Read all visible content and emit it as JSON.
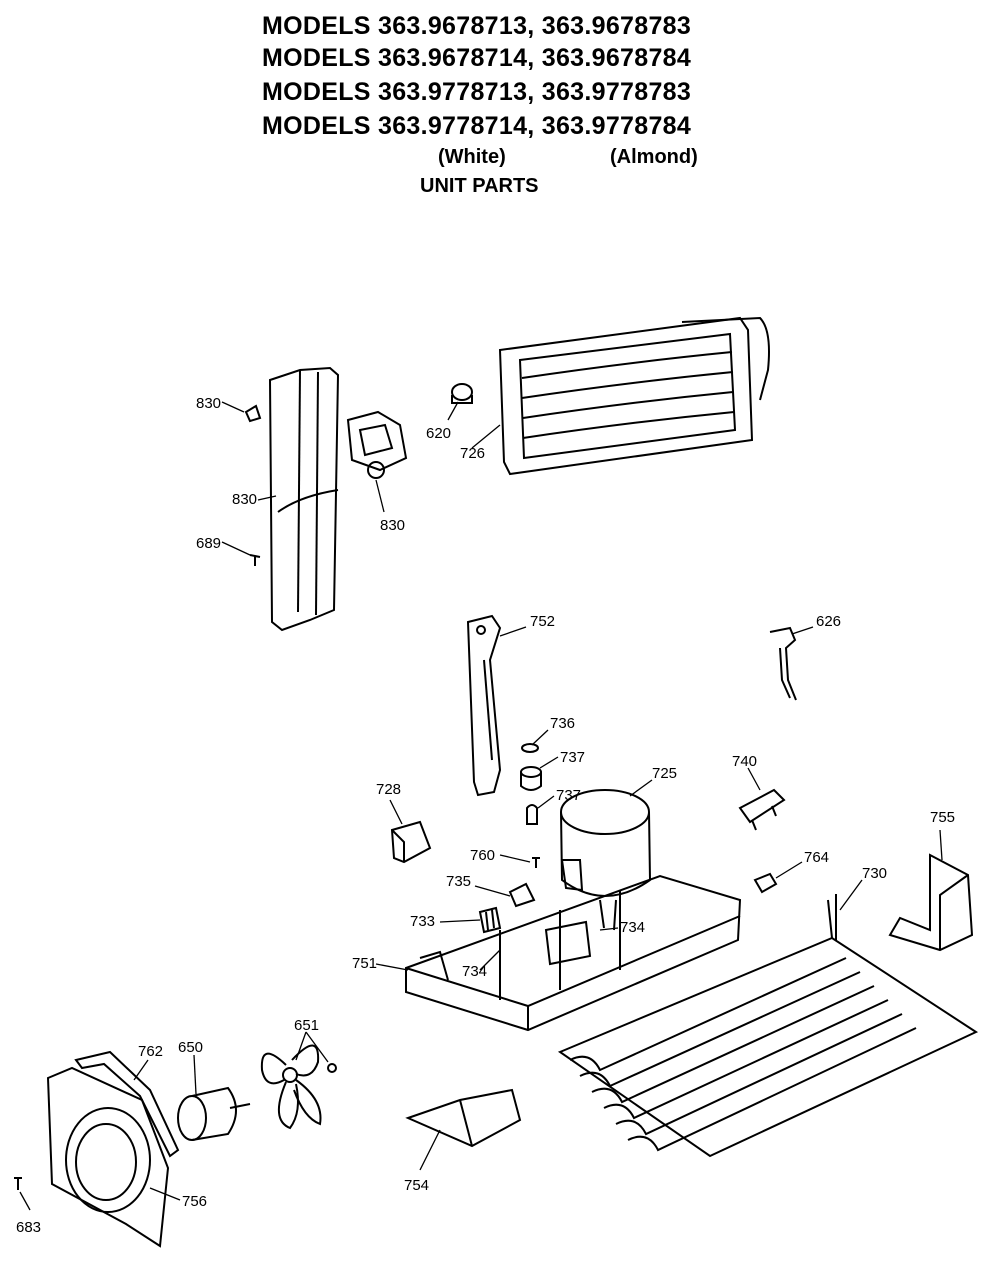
{
  "header": {
    "model_lines": [
      "MODELS 363.9678713, 363.9678783",
      "MODELS 363.9678714, 363.9678784",
      "MODELS 363.9778713, 363.9778783",
      "MODELS 363.9778714, 363.9778784"
    ],
    "color_white": "(White)",
    "color_almond": "(Almond)",
    "section_title": "UNIT PARTS"
  },
  "callouts": {
    "p830a": "830",
    "p830b": "830",
    "p830c": "830",
    "p689": "689",
    "p620": "620",
    "p726": "726",
    "p752": "752",
    "p626": "626",
    "p736": "736",
    "p737a": "737",
    "p737b": "737",
    "p725": "725",
    "p740": "740",
    "p728": "728",
    "p755": "755",
    "p760": "760",
    "p764": "764",
    "p735": "735",
    "p730": "730",
    "p733": "733",
    "p734a": "734",
    "p734b": "734",
    "p751": "751",
    "p651": "651",
    "p762": "762",
    "p650": "650",
    "p754": "754",
    "p756": "756",
    "p683": "683"
  }
}
